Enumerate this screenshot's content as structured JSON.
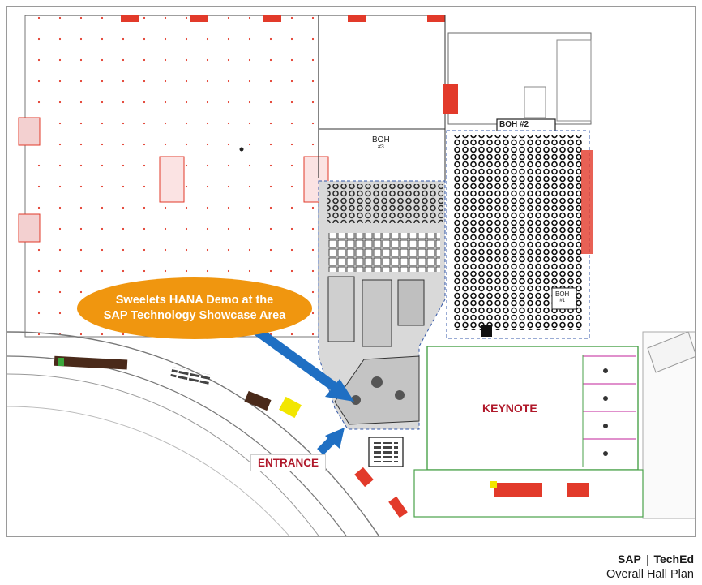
{
  "map": {
    "callout": {
      "line1": "Sweelets HANA Demo at the",
      "line2": "SAP Technology Showcase Area"
    },
    "labels": {
      "keynote": "KEYNOTE",
      "entrance": "ENTRANCE",
      "boh_top": "BOH",
      "boh_top_num": "#3",
      "boh_2": "BOH #2",
      "boh_side": "BOH",
      "boh_side_num": "#1"
    },
    "colors": {
      "callout": "#f0960f",
      "arrow": "#1f6fc3",
      "label_red": "#b0182a",
      "booth_red": "#e23a2a",
      "showcase_fill": "#d9d9d9"
    },
    "icons": [
      "arrow-to-showcase-icon",
      "arrow-to-entrance-icon"
    ]
  },
  "footer": {
    "brand_left": "SAP",
    "brand_separator": "|",
    "brand_right": "TechEd",
    "subtitle": "Overall Hall Plan"
  }
}
